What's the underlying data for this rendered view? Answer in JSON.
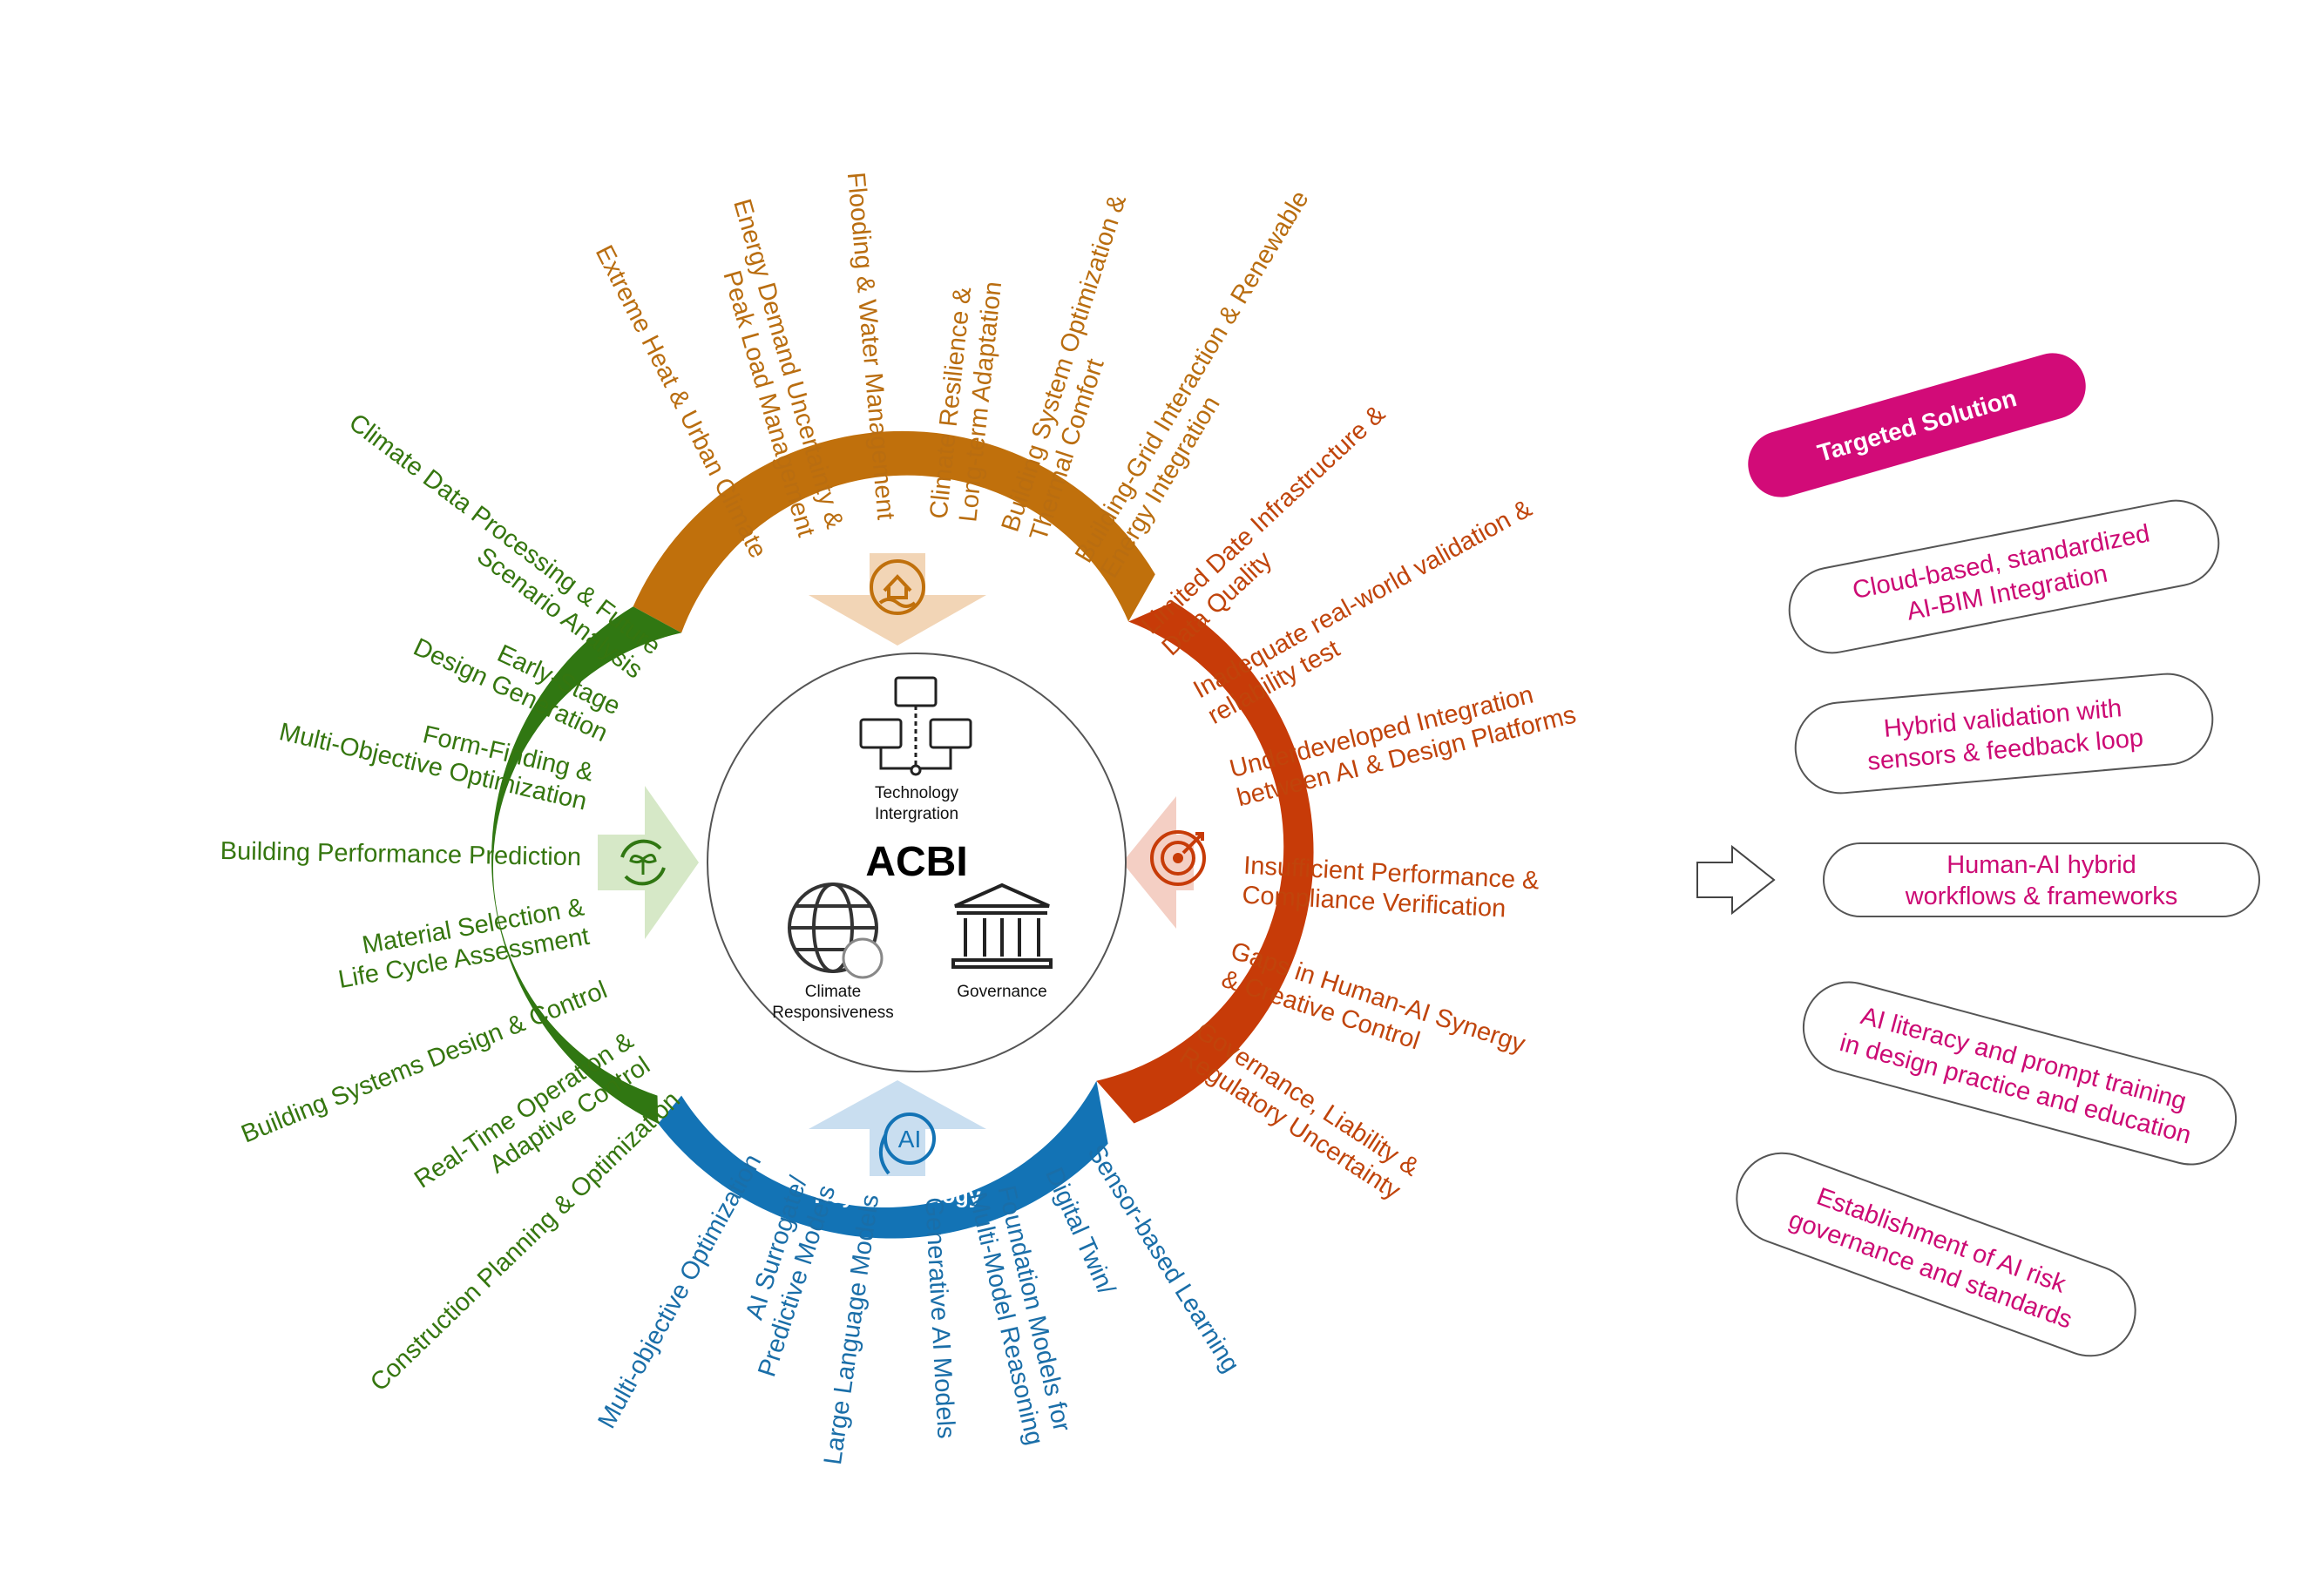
{
  "center": {
    "title": "ACBI",
    "technology_label_line1": "Technology",
    "technology_label_line2": "Intergration",
    "climate_label_line1": "Climate",
    "climate_label_line2": "Responsiveness",
    "governance_label": "Governance",
    "icons": [
      "network-computers-icon",
      "globe-recycle-icon",
      "government-building-icon"
    ]
  },
  "segments": [
    {
      "id": "climate",
      "title": "Climate Stressor",
      "color": "#c0700c",
      "icon": "house-flood-icon",
      "items": [
        [
          "Extreme Heat & Urban Climate"
        ],
        [
          "Energy Demand Uncertainty &",
          "Peak Load Management"
        ],
        [
          "Flooding & Water Management"
        ],
        [
          "Climate Resilience &",
          "Long-term Adaptation"
        ],
        [
          "Building System Optimization &",
          "Thermal Comfort"
        ],
        [
          "Building-Grid Interaction & Renewable",
          "Energy Integration"
        ]
      ]
    },
    {
      "id": "challenges",
      "title": "Core Challenges",
      "color": "#c73b08",
      "icon": "target-icon",
      "items": [
        [
          "Limited Date Infrastructure &",
          "Data Quality"
        ],
        [
          "Inadequate real-world validation &",
          "reliability test"
        ],
        [
          "Underdeveloped Integration",
          "between AI & Design Platforms"
        ],
        [
          "Insufficient Performance &",
          "Compliance Verification"
        ],
        [
          "Gaps in Human-AI Synergy",
          "& Creative Control"
        ],
        [
          "Governance, Liability &",
          "Regulatory Uncertainty"
        ]
      ]
    },
    {
      "id": "technology",
      "title": "Key Technology",
      "color": "#1373b5",
      "icon": "ai-head-icon",
      "items": [
        [
          "Sensor-based Learning"
        ],
        [
          "Digital Twin/"
        ],
        [
          "Foundation Models for",
          "Multi-Model Reasoning"
        ],
        [
          "Generative AI Models"
        ],
        [
          "Large Language Models"
        ],
        [
          "AI Surrogate/",
          "Predictive Models"
        ],
        [
          "Multi-objective Optimization"
        ]
      ]
    },
    {
      "id": "lifecycle",
      "title": "Design Lifecycle",
      "color": "#307712",
      "icon": "sprout-cycle-icon",
      "items": [
        [
          "Construction Planning & Optimization"
        ],
        [
          "Real-Time Operation &",
          "Adaptive Control"
        ],
        [
          "Building Systems Design & Control"
        ],
        [
          "Material Selection &",
          "Life Cycle Assessment"
        ],
        [
          "Building Performance Prediction"
        ],
        [
          "Form-Finding &",
          "Multi-Objective Optimization"
        ],
        [
          "Early-Stage",
          "Design Generation"
        ],
        [
          "Climate Data Processing & Future",
          "Scenario Analysis"
        ]
      ]
    }
  ],
  "solutions": {
    "title": "Targeted Solution",
    "color": "#d20b78",
    "items": [
      [
        "Cloud-based, standardized",
        "AI-BIM Integration"
      ],
      [
        "Hybrid validation with",
        "sensors & feedback loop"
      ],
      [
        "Human-AI hybrid",
        "workflows & frameworks"
      ],
      [
        "AI literacy and prompt training",
        "in design practice and education"
      ],
      [
        "Establishment of AI risk",
        "governance and standards"
      ]
    ]
  }
}
